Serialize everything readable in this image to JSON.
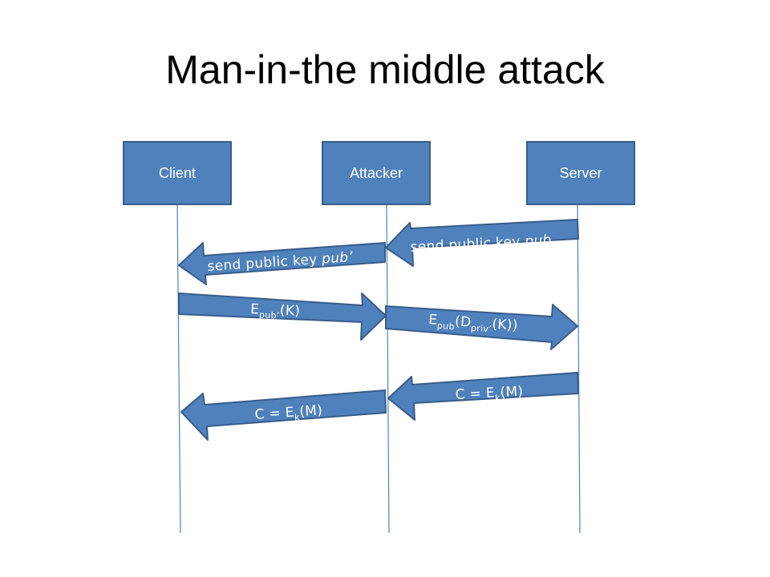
{
  "title": "Man-in-the middle attack",
  "colors": {
    "box_fill": "#4f81bd",
    "box_border": "#385d8a",
    "arrow_fill": "#4f81bd",
    "lifeline": "#4f81bd"
  },
  "actors": [
    {
      "label": "Client"
    },
    {
      "label": "Attacker"
    },
    {
      "label": "Server"
    }
  ],
  "messages": {
    "m1": {
      "from": "Server",
      "to": "Attacker",
      "prefix": "send public key ",
      "key": "pub"
    },
    "m2": {
      "from": "Attacker",
      "to": "Client",
      "prefix": "send public key ",
      "key": "pub’"
    },
    "m3": {
      "from": "Client",
      "to": "Attacker",
      "fn": "E",
      "fn_sub": "pub’",
      "arg": "(K)"
    },
    "m4": {
      "from": "Attacker",
      "to": "Server",
      "fn": "E",
      "fn_sub": "pub",
      "open": "(D",
      "inner_sub": "priv’",
      "close": "(K))"
    },
    "m5": {
      "from": "Server",
      "to": "Attacker",
      "lhs": "C = E",
      "sub": "k",
      "arg": "(M)"
    },
    "m6": {
      "from": "Attacker",
      "to": "Client",
      "lhs": "C = E",
      "sub": "k",
      "arg": "(M)"
    }
  }
}
